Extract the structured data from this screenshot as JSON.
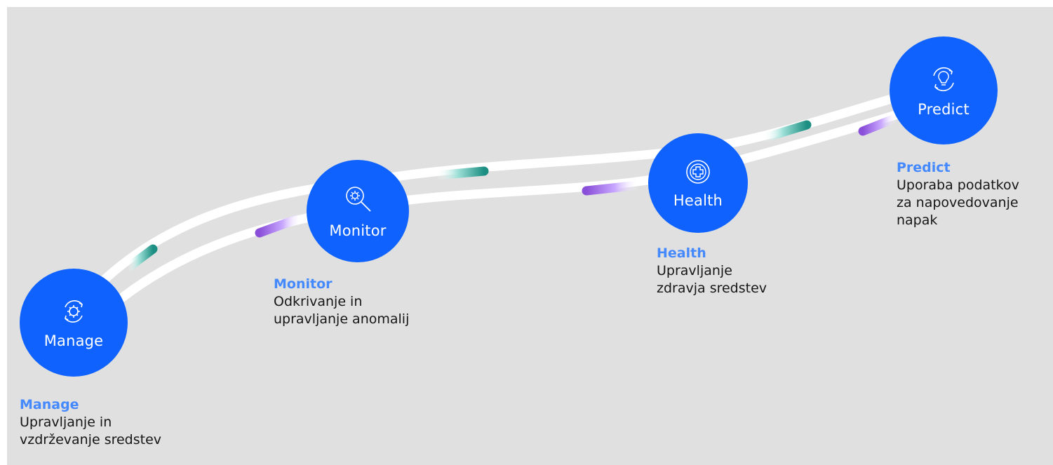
{
  "colors": {
    "background": "#e0e0e0",
    "node_fill": "#0f62fe",
    "caption_title": "#4589ff",
    "caption_text": "#161616",
    "track": "#ffffff",
    "accent_teal": "#2aa198",
    "accent_purple": "#a56eff"
  },
  "steps": [
    {
      "node_label": "Manage",
      "icon": "gear-refresh-icon",
      "caption_title": "Manage",
      "caption_lines": [
        "Upravljanje in",
        "vzdrževanje sredstev"
      ]
    },
    {
      "node_label": "Monitor",
      "icon": "magnifier-gear-icon",
      "caption_title": "Monitor",
      "caption_lines": [
        "Odkrivanje in",
        "upravljanje anomalij"
      ]
    },
    {
      "node_label": "Health",
      "icon": "health-plus-icon",
      "caption_title": "Health",
      "caption_lines": [
        "Upravljanje",
        "zdravja sredstev"
      ]
    },
    {
      "node_label": "Predict",
      "icon": "lightbulb-refresh-icon",
      "caption_title": "Predict",
      "caption_lines": [
        "Uporaba podatkov",
        "za napovedovanje",
        "napak"
      ]
    }
  ]
}
